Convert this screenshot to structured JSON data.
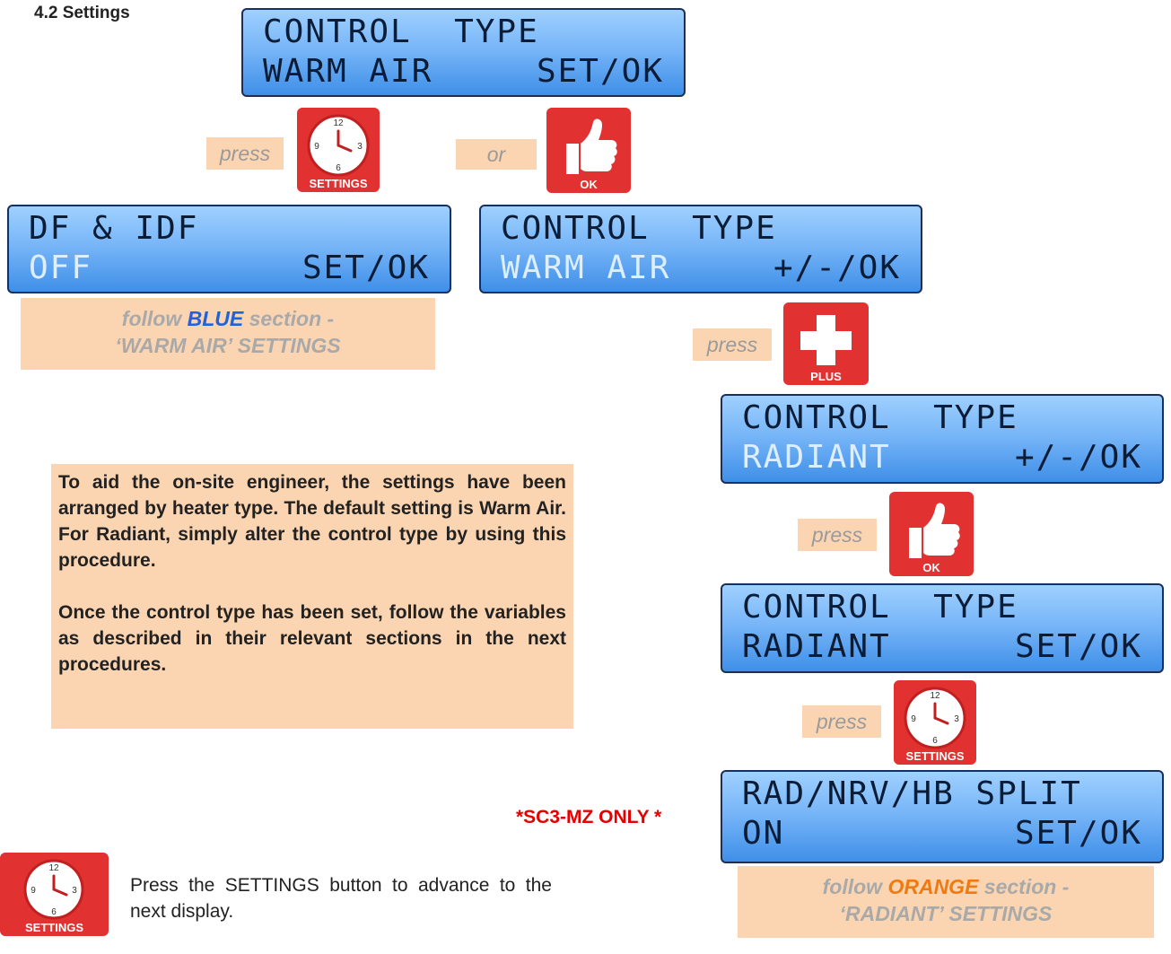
{
  "heading": "4.2  Settings",
  "screens": {
    "s1": {
      "line1": "CONTROL  TYPE",
      "line2_left": "WARM AIR",
      "line2_right": "SET/OK"
    },
    "s2": {
      "line1": "DF & IDF",
      "line2_left": "OFF",
      "line2_right": "SET/OK"
    },
    "s3": {
      "line1": "CONTROL  TYPE",
      "line2_left": "WARM AIR",
      "line2_right": "+/-/OK"
    },
    "s4": {
      "line1": "CONTROL  TYPE",
      "line2_left": "RADIANT",
      "line2_right": "+/-/OK"
    },
    "s5": {
      "line1": "CONTROL  TYPE",
      "line2_left": "RADIANT",
      "line2_right": "SET/OK"
    },
    "s6": {
      "line1": "RAD/NRV/HB SPLIT",
      "line2_left": "ON",
      "line2_right": "SET/OK"
    }
  },
  "labels": {
    "press": "press",
    "or": "or"
  },
  "buttons": {
    "settings": "SETTINGS",
    "ok": "OK",
    "plus": "PLUS"
  },
  "notes": {
    "blue": {
      "pre": "follow ",
      "key": "BLUE",
      "post": " section -",
      "line2": "‘WARM AIR’ SETTINGS"
    },
    "orange": {
      "pre": "follow ",
      "key": "ORANGE",
      "post": " section -",
      "line2": "‘RADIANT’ SETTINGS"
    }
  },
  "info": {
    "p1": "To aid the on-site engineer, the settings have been arranged by heater type. The default setting is Warm Air. For Radiant, simply alter the control type by using this procedure.",
    "p2": "Once the control type has been set, follow the variables as described in their relevant sections in the next procedures."
  },
  "sc3_note": "*SC3-MZ ONLY *",
  "footer_text": "Press the SETTINGS button to advance to the next display.",
  "colors": {
    "lcd_top": "#9fd0ff",
    "lcd_bottom": "#3f8fe8",
    "note_bg": "#fbd5b1",
    "button_red": "#e23131"
  }
}
